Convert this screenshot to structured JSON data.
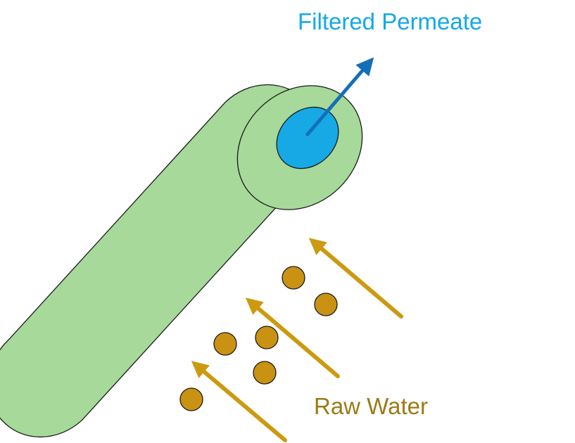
{
  "labels": {
    "permeate": "Filtered Permeate",
    "raw_water": "Raw Water"
  },
  "colors": {
    "membrane_fill": "#a6d99a",
    "membrane_outline": "#1a1a1a",
    "lumen_fill": "#16a9e6",
    "lumen_outline": "#1a1a1a",
    "permeate_arrow": "#1370b8",
    "permeate_text": "#13a9e6",
    "raw_water_arrow": "#cc9a10",
    "particle_fill": "#c99212",
    "particle_outline": "#1a1a1a",
    "raw_water_text": "#9c7a16"
  },
  "icons": {
    "membrane": "hollow-fiber-membrane",
    "lumen": "lumen-opening",
    "permeate_arrow": "arrow-up-right",
    "raw_water_arrows": "arrow-up-left",
    "particles": "circle"
  }
}
